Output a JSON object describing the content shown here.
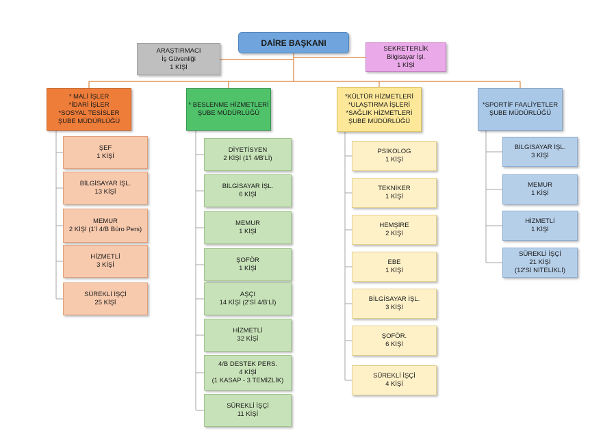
{
  "top": {
    "head": [
      "DAİRE BAŞKANI"
    ],
    "researcher": [
      "ARAŞTIRMACI",
      "İş Güvenliği",
      "1 KİŞİ"
    ],
    "secretary": [
      "SEKRETERLİK",
      "Bilgisayar İşl.",
      "1 KİŞİ"
    ]
  },
  "departments": [
    {
      "head": [
        "* MALİ İŞLER",
        "*İDARİ İŞLER",
        "*SOSYAL TESİSLER",
        "ŞUBE MÜDÜRLÜĞÜ"
      ],
      "units": [
        [
          "ŞEF",
          "1 KİŞİ"
        ],
        [
          "BİLGİSAYAR İŞL.",
          "13 KİŞİ"
        ],
        [
          "MEMUR",
          "2 KİŞİ (1'İ 4/B Büro Pers)"
        ],
        [
          "HİZMETLİ",
          "3 KİŞİ"
        ],
        [
          "SÜREKLİ İŞÇİ",
          "25 KİŞİ"
        ]
      ]
    },
    {
      "head": [
        "* BESLENME HİZMETLERİ",
        "ŞUBE MÜDÜRLÜĞÜ"
      ],
      "units": [
        [
          "DİYETİSYEN",
          "2 KİŞİ (1'İ 4/B'Lİ)"
        ],
        [
          "BİLGİSAYAR İŞL.",
          "6 KİŞİ"
        ],
        [
          "MEMUR",
          "1 KİŞİ"
        ],
        [
          "ŞOFÖR",
          "1 KİŞİ"
        ],
        [
          "AŞÇI",
          "14 KİŞİ (2'Sİ 4/B'Lİ)"
        ],
        [
          "HİZMETLİ",
          "32 KİŞİ"
        ],
        [
          "4/B DESTEK PERS.",
          "4 KİŞİ",
          "(1 KASAP - 3 TEMİZLİK)"
        ],
        [
          "SÜREKLİ İŞÇİ",
          "11 KİŞİ"
        ]
      ]
    },
    {
      "head": [
        "*KÜLTÜR HİZMETLERİ",
        "*ULAŞTIRMA İŞLERİ",
        "*SAĞLIK HİZMETLERİ",
        "ŞUBE MÜDÜRLÜĞÜ"
      ],
      "units": [
        [
          "PSİKOLOG",
          "1 KİŞİ"
        ],
        [
          "TEKNİKER",
          "1 KİŞİ"
        ],
        [
          "HEMŞİRE",
          "2 KİŞİ"
        ],
        [
          "EBE",
          "1 KİŞİ"
        ],
        [
          "BİLGİSAYAR İŞL.",
          "3 KİŞİ"
        ],
        [
          "ŞOFÖR.",
          "6 KİŞİ"
        ],
        [
          "SÜREKLİ İŞÇİ",
          "4 KİŞİ"
        ]
      ]
    },
    {
      "head": [
        "*SPORTİF FAALİYETLER",
        "ŞUBE MÜDÜRLÜĞÜ"
      ],
      "units": [
        [
          "BİLGİSAYAR İŞL.",
          "3 KİŞİ"
        ],
        [
          "MEMUR",
          "1 KİŞİ"
        ],
        [
          "HİZMETLİ",
          "1 KİŞİ"
        ],
        [
          "SÜREKLİ İŞÇİ",
          "21 KİŞİ",
          "(12'Sİ NİTELİKLİ)"
        ]
      ]
    }
  ],
  "colors": {
    "connector_top": "#d9843e",
    "connector_sub": "#a6a6a6"
  }
}
